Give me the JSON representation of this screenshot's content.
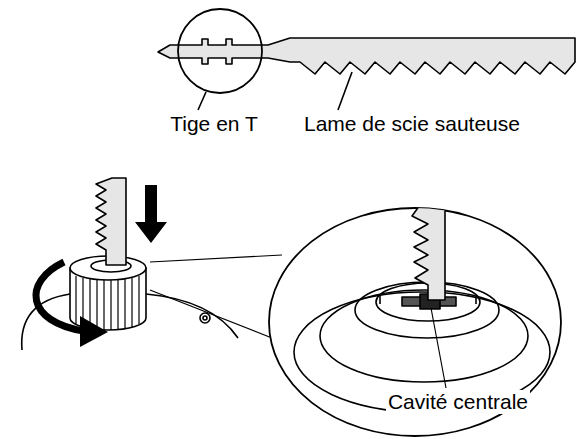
{
  "diagram": {
    "labels": [
      "Tige en T",
      "Lame de scie sauteuse",
      "Cavité centrale"
    ]
  }
}
